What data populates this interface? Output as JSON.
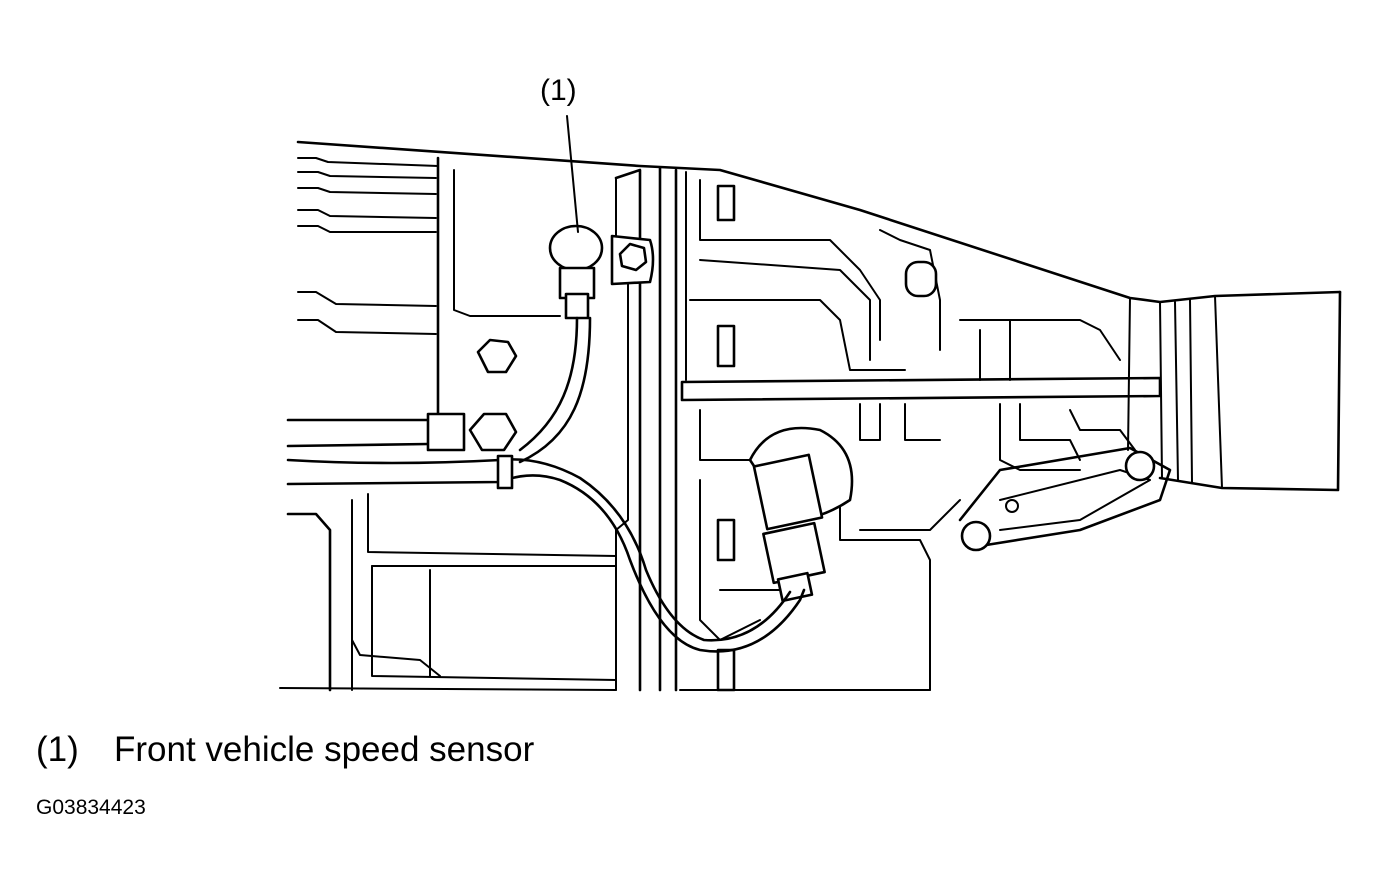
{
  "callout": {
    "number": "(1)"
  },
  "legend": {
    "items": [
      {
        "number": "(1)",
        "label": "Front vehicle speed sensor"
      }
    ]
  },
  "figure_id": "G03834423"
}
